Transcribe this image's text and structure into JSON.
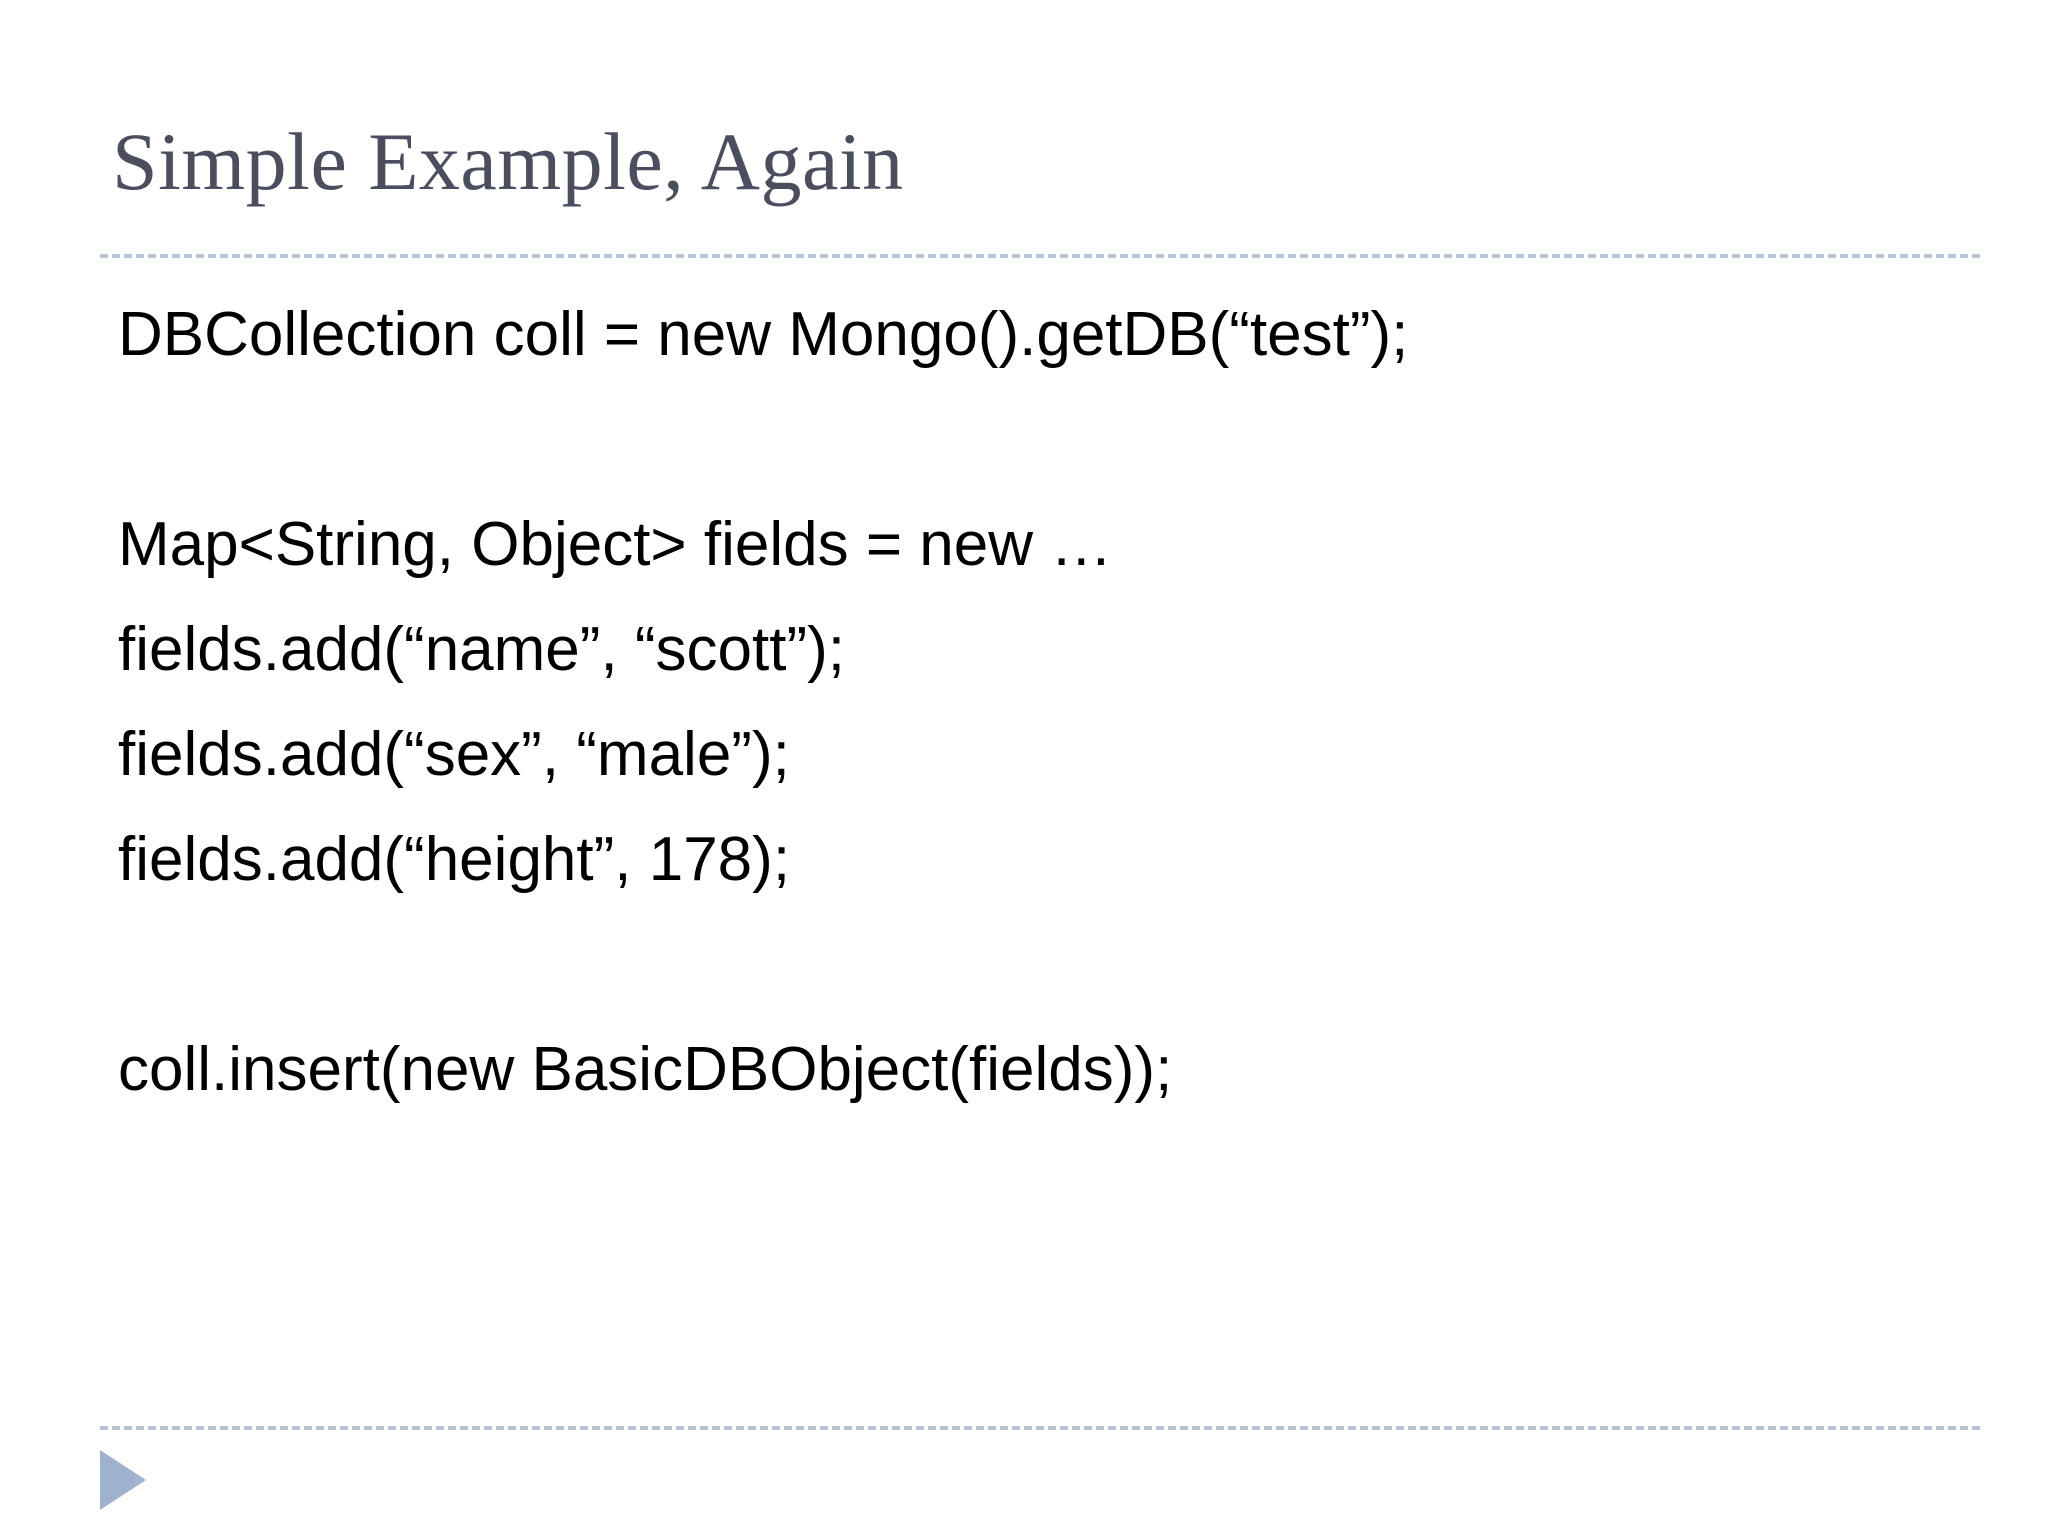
{
  "slide": {
    "title": "Simple Example, Again",
    "title_color": "#4a4e5e",
    "background_color": "#ffffff",
    "rule_color": "#b6c4d6",
    "marker_color": "#9fb2cd",
    "body_text_color": "#000000",
    "code_lines": [
      "DBCollection coll = new Mongo().getDB(“test”);",
      "",
      "Map<String, Object> fields = new …",
      "fields.add(“name”, “scott”);",
      "fields.add(“sex”, “male”);",
      "fields.add(“height”, 178);",
      "",
      "coll.insert(new BasicDBObject(fields));"
    ]
  }
}
